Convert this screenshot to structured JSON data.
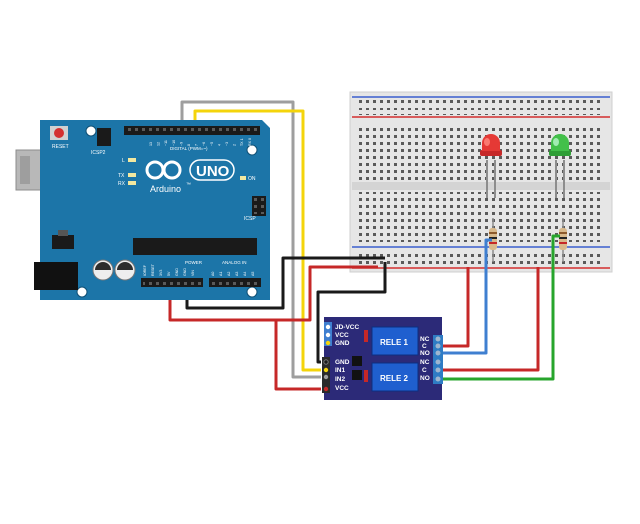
{
  "arduino": {
    "reset_label": "RESET",
    "icsp2_label": "ICSP2",
    "logo_text": "Arduino",
    "tm_mark": "™",
    "model": "UNO",
    "digital_label": "DIGITAL (PWM=~)",
    "aref_label": "AREF",
    "gnd_label": "GND",
    "led_l": "L",
    "led_tx": "TX",
    "led_rx": "RX",
    "on_label": "ON",
    "icsp_label": "ICSP",
    "power_label": "POWER",
    "analog_label": "ANALOG IN",
    "power_pins": [
      "IOREF",
      "RESET",
      "3V3",
      "5V",
      "GND",
      "GND",
      "VIN"
    ],
    "analog_pins": [
      "A0",
      "A1",
      "A2",
      "A3",
      "A4",
      "A5"
    ],
    "digital_pins": [
      "13",
      "12",
      "~11",
      "~10",
      "~9",
      "8",
      "7",
      "~6",
      "~5",
      "4",
      "~3",
      "2",
      "TX 1",
      "RX 0"
    ]
  },
  "relay": {
    "top_pins": [
      "JD-VCC",
      "VCC",
      "GND"
    ],
    "input_pins": [
      "GND",
      "IN1",
      "IN2",
      "VCC"
    ],
    "relay1_label": "RELE 1",
    "relay2_label": "RELE 2",
    "terminals1": [
      "NC",
      "C",
      "NO"
    ],
    "terminals2": [
      "NC",
      "C",
      "NO"
    ]
  },
  "leds": [
    {
      "color": "red",
      "hex": "#e53935"
    },
    {
      "color": "green",
      "hex": "#43c04a"
    }
  ],
  "wire_colors": {
    "red": "#c62828",
    "black": "#1a1a1a",
    "yellow": "#f4d40b",
    "gray": "#9e9e9e",
    "blue": "#3f7fd0",
    "green": "#27a52c"
  },
  "board_color": "#1c75a8",
  "relay_board_color": "#2c2a78"
}
